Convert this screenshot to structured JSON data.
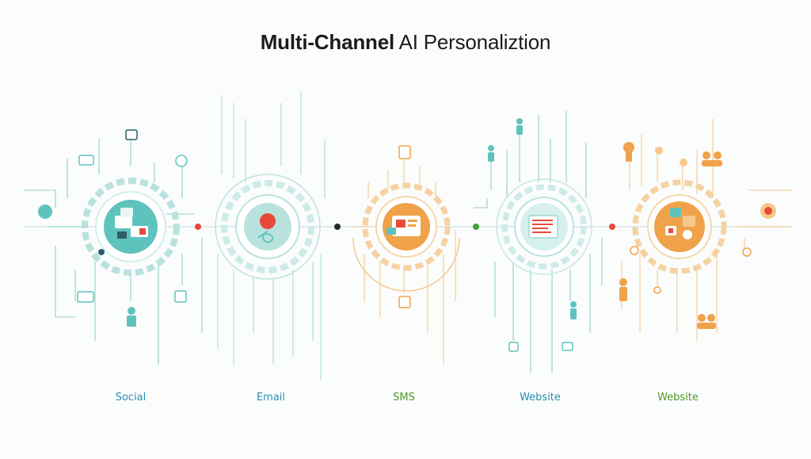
{
  "title_bold": "Multi-Channel",
  "title_rest": " AI Personaliztion",
  "colors": {
    "teal": "#5fc3bd",
    "teal_light": "#a9ddd8",
    "orange": "#f0a24a",
    "orange_light": "#f6c88c",
    "red": "#e84a3a",
    "dark": "#1f2d2c",
    "green": "#3fa33a",
    "label_blue": "#2a8fb0",
    "label_green": "#4f9a22"
  },
  "channels": [
    {
      "label": "Social",
      "label_color": "#2a8fb0",
      "icon": "social-media-icon"
    },
    {
      "label": "Email",
      "label_color": "#2a8fb0",
      "icon": "email-icon"
    },
    {
      "label": "SMS",
      "label_color": "#4f9a22",
      "icon": "sms-icon"
    },
    {
      "label": "Website",
      "label_color": "#2a8fb0",
      "icon": "webpage-icon"
    },
    {
      "label": "Website",
      "label_color": "#4f9a22",
      "icon": "website-widgets-icon"
    }
  ]
}
